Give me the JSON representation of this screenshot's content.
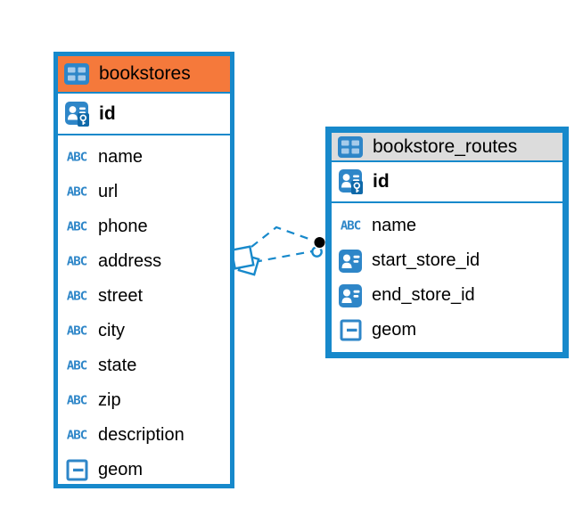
{
  "colors": {
    "table_border": "#1789cb",
    "icon_blue": "#2e86c8",
    "icon_cell_light": "#a6cbea",
    "key_patch_blue": "#0f69a9",
    "bookstores_header_bg": "#f5793b",
    "routes_header_bg": "#dcdcdc",
    "relationship_line": "#1789cb",
    "endpoint_dot": "#000000",
    "text": "#000000"
  },
  "icons": {
    "text_type_glyph": "ABC"
  },
  "tables": [
    {
      "name": "bookstores",
      "primary_key": "id",
      "columns": [
        "name",
        "url",
        "phone",
        "address",
        "street",
        "city",
        "state",
        "zip",
        "description",
        "geom"
      ]
    },
    {
      "name": "bookstore_routes",
      "primary_key": "id",
      "columns": [
        "name",
        "start_store_id",
        "end_store_id",
        "geom"
      ]
    }
  ]
}
